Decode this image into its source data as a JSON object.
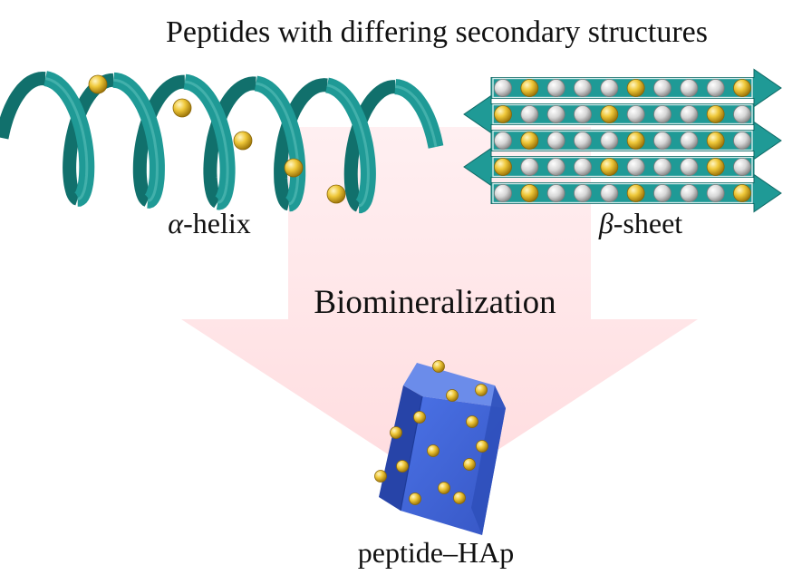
{
  "title": "Peptides with differing secondary structures",
  "helix": {
    "greek": "α",
    "label": "-helix"
  },
  "sheet": {
    "greek": "β",
    "label": "-sheet"
  },
  "process": "Biomineralization",
  "product": "peptide–HAp",
  "colors": {
    "ribbon": "#1f9a96",
    "ribbon_dark": "#11706c",
    "gold_bead": "#e8b928",
    "silver_bead": "#d8d8d8",
    "arrow": "#ffe0e2",
    "crystal_front": "#3f64d9",
    "crystal_side": "#2a48b0",
    "crystal_top": "#6f8fec"
  },
  "icons": [
    "alpha-helix-icon",
    "beta-sheet-icon",
    "down-arrow-icon",
    "hap-crystal-icon"
  ]
}
